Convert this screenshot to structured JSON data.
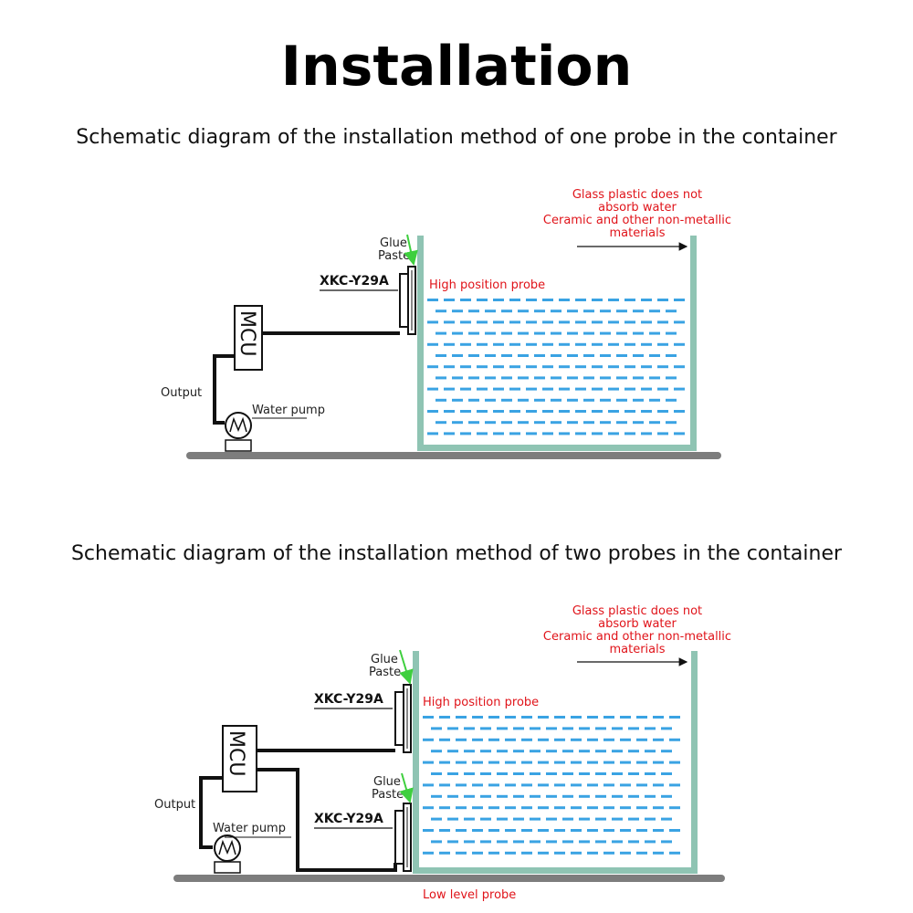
{
  "title": "Installation",
  "section1": {
    "subtitle": "Schematic diagram of the installation method of one probe in the container",
    "glue_line1": "Glue",
    "glue_line2": "Paste",
    "sensor_label": "XKC-Y29A",
    "high_probe_label": "High position probe",
    "note_lines": [
      "Glass plastic does not",
      "absorb water",
      "Ceramic and other non-metallic",
      "materials"
    ],
    "mcu_label": "MCU",
    "output_label": "Output",
    "pump_label": "Water pump"
  },
  "section2": {
    "subtitle": "Schematic diagram of the installation method of two probes in the container",
    "glue_line1": "Glue",
    "glue_line2": "Paste",
    "sensor_label_top": "XKC-Y29A",
    "sensor_label_bottom": "XKC-Y29A",
    "high_probe_label": "High position probe",
    "low_probe_label": "Low level probe",
    "note_lines": [
      "Glass plastic does not",
      "absorb water",
      "Ceramic and other non-metallic",
      "materials"
    ],
    "mcu_label": "MCU",
    "output_label": "Output",
    "pump_label": "Water pump"
  },
  "colors": {
    "container": "#8fc4b3",
    "water": "#3aa3e3",
    "ground": "#7d7d7d",
    "note_text": "#e0141a",
    "glue_arrow": "#3ecf3e",
    "wire": "#111111"
  }
}
